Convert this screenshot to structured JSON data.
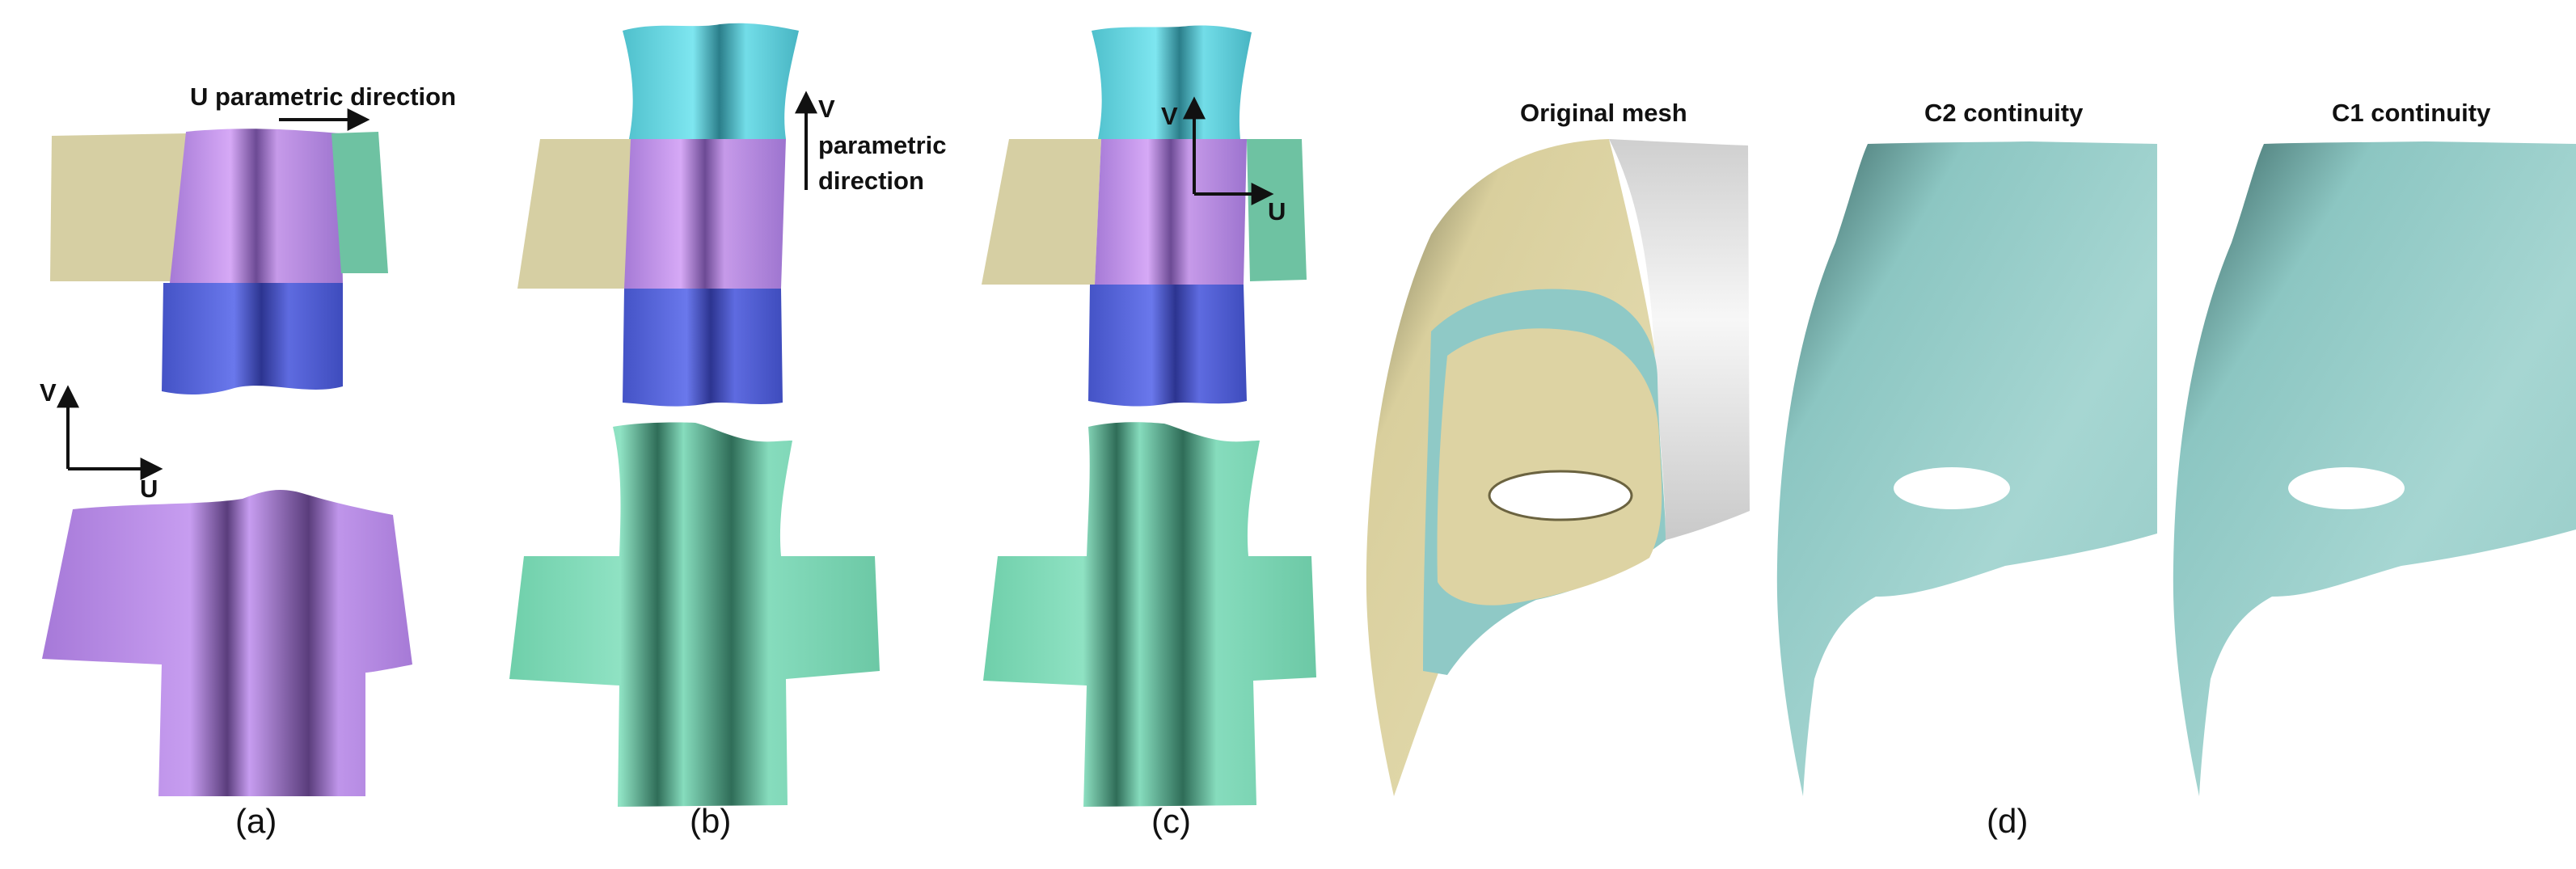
{
  "panel_a": {
    "u_direction_label": "U parametric direction",
    "axis_v": "V",
    "axis_u": "U",
    "caption": "(a)"
  },
  "panel_b": {
    "axis_v": "V",
    "direction_line1": "parametric",
    "direction_line2": "direction",
    "caption": "(b)"
  },
  "panel_c": {
    "axis_v": "V",
    "axis_u": "U",
    "caption": "(c)"
  },
  "panel_d": {
    "titles": [
      "Original mesh",
      "C2 continuity",
      "C1 continuity"
    ],
    "caption": "(d)"
  },
  "colors": {
    "purple": "#b98ae6",
    "tan": "#d8d0a6",
    "green_small": "#6fc3a4",
    "blue": "#5663d8",
    "cyan": "#6ad8e2",
    "green_lower": "#7fd7b6",
    "mask_teal": "#9ccfcb",
    "mask_tan": "#e2d9a8",
    "mask_gray": "#d8d8d8"
  }
}
